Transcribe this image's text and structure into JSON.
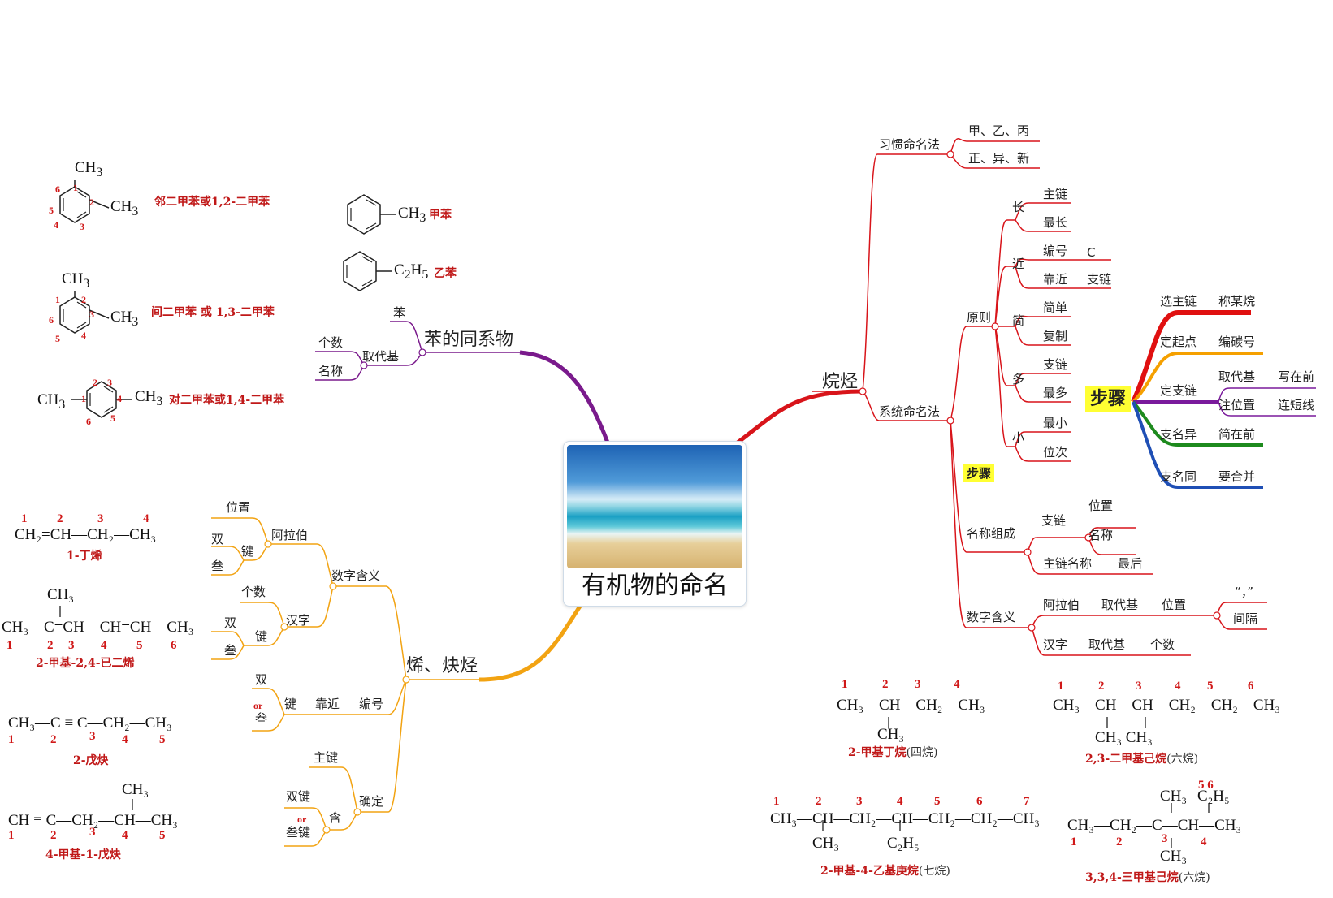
{
  "center": {
    "title": "有机物的命名"
  },
  "colors": {
    "alkane": "#d8141a",
    "alkene": "#f2a312",
    "benzene": "#7a1a8c",
    "step_red": "#e01010",
    "step_orange": "#f5a000",
    "step_purple": "#7a1a9c",
    "step_green": "#1d8a1d",
    "step_blue": "#1f4fb5"
  },
  "alkane": {
    "label": "烷烃",
    "habit": {
      "label": "习惯命名法",
      "items": [
        "甲、乙、丙",
        "正、异、新"
      ]
    },
    "system": {
      "label": "系统命名法",
      "principle": {
        "label": "原则",
        "groups": [
          {
            "label": "长",
            "items": [
              "主链",
              "最长"
            ]
          },
          {
            "label": "近",
            "items": [
              "编号",
              "靠近"
            ],
            "extra": [
              "C",
              "支链"
            ]
          },
          {
            "label": "简",
            "items": [
              "简单",
              "复制"
            ]
          },
          {
            "label": "多",
            "items": [
              "支链",
              "最多"
            ]
          },
          {
            "label": "小",
            "items": [
              "最小",
              "位次"
            ]
          }
        ]
      },
      "steps_badge": "步骤",
      "steps": {
        "label": "步骤",
        "items": [
          {
            "a": "选主链",
            "b": "称某烷"
          },
          {
            "a": "定起点",
            "b": "编碳号"
          },
          {
            "a": "定支链",
            "sub": [
              {
                "a": "取代基",
                "b": "写在前"
              },
              {
                "a": "注位置",
                "b": "连短线"
              }
            ]
          },
          {
            "a": "支名异",
            "b": "简在前"
          },
          {
            "a": "支名同",
            "b": "要合并"
          }
        ]
      },
      "composition": {
        "label": "名称组成",
        "branch": "支链",
        "branch_items": [
          "位置",
          "名称"
        ],
        "main": "主链名称",
        "main_tail": "最后"
      },
      "numbers": {
        "label": "数字含义",
        "arabic": [
          "阿拉伯",
          "取代基",
          "位置"
        ],
        "arabic_tail": [
          "“，”",
          "间隔"
        ],
        "chinese": [
          "汉字",
          "取代基",
          "个数"
        ]
      }
    }
  },
  "benzene": {
    "label": "苯的同系物",
    "top": "苯",
    "sub": "取代基",
    "sub_items": [
      "个数",
      "名称"
    ]
  },
  "alkene": {
    "label": "烯、炔烃",
    "numbers": {
      "label": "数字含义",
      "arabic": {
        "label": "阿拉伯",
        "items": [
          "位置",
          "键"
        ],
        "bond": [
          "双",
          "叁"
        ]
      },
      "chinese": {
        "label": "汉字",
        "items": [
          "个数",
          "键"
        ],
        "bond": [
          "双",
          "叁"
        ]
      }
    },
    "numbering": {
      "bond": [
        "双",
        "or",
        "叁"
      ],
      "key": "键",
      "near": "靠近",
      "label": "编号"
    },
    "determine": {
      "label": "确定",
      "main": "主键",
      "contain": "含",
      "items": [
        "双键",
        "or",
        "叁键"
      ]
    }
  },
  "examples": {
    "benzene": [
      {
        "caption": "邻二甲苯或1,2-二甲苯",
        "formula": "CH3 / —CH3"
      },
      {
        "caption": "间二甲苯 或 1,3-二甲苯"
      },
      {
        "caption": "对二甲苯或1,4-二甲苯"
      },
      {
        "caption": "甲苯",
        "sub": "—CH3"
      },
      {
        "caption": "乙苯",
        "sub": "—C2H5"
      }
    ],
    "alkene": [
      {
        "caption": "1-丁烯",
        "formula": "CH₂=CH—CH₂—CH₃",
        "nums": [
          "1",
          "2",
          "3",
          "4"
        ]
      },
      {
        "caption": "2-甲基-2,4-已二烯",
        "formula": "CH₃—C=CH—CH=CH—CH₃",
        "top": "CH₃",
        "nums": [
          "1",
          "2",
          "3",
          "4",
          "5",
          "6"
        ]
      },
      {
        "caption": "2-戊炔",
        "formula": "CH₃—C ≡ C—CH₂—CH₃",
        "nums": [
          "1",
          "2",
          "3",
          "4",
          "5"
        ]
      },
      {
        "caption": "4-甲基-1-戊炔",
        "formula": "CH ≡ C—CH₂—CH—CH₃",
        "top": "CH₃",
        "nums": [
          "1",
          "2",
          "3",
          "4",
          "5"
        ]
      }
    ],
    "alkane": [
      {
        "caption": "2-甲基丁烷",
        "paren": "(四烷)",
        "formula": "CH₃—CH—CH₂—CH₃",
        "bottom": "CH₃",
        "nums": [
          "1",
          "2",
          "3",
          "4"
        ]
      },
      {
        "caption": "2,3-二甲基己烷",
        "paren": "(六烷)",
        "formula": "CH₃—CH—CH—CH₂—CH₂—CH₃",
        "bottom": "CH₃  CH₃",
        "nums": [
          "1",
          "2",
          "3",
          "4",
          "5",
          "6"
        ]
      },
      {
        "caption": "2-甲基-4-乙基庚烷",
        "paren": "(七烷)",
        "formula": "CH₃—CH—CH₂—CH—CH₂—CH₂—CH₃",
        "bottom1": "CH₃",
        "bottom2": "C₂H₅",
        "nums": [
          "1",
          "2",
          "3",
          "4",
          "5",
          "6",
          "7"
        ]
      },
      {
        "caption": "3,3,4-三甲基己烷",
        "paren": "(六烷)",
        "formula": "CH₃—CH₂—C—CH—CH₃",
        "top1": "CH₃",
        "top2": "C₂H₅",
        "top_nums": "5 6",
        "bottom": "CH₃",
        "nums": [
          "1",
          "2",
          "3",
          "4"
        ]
      }
    ]
  }
}
